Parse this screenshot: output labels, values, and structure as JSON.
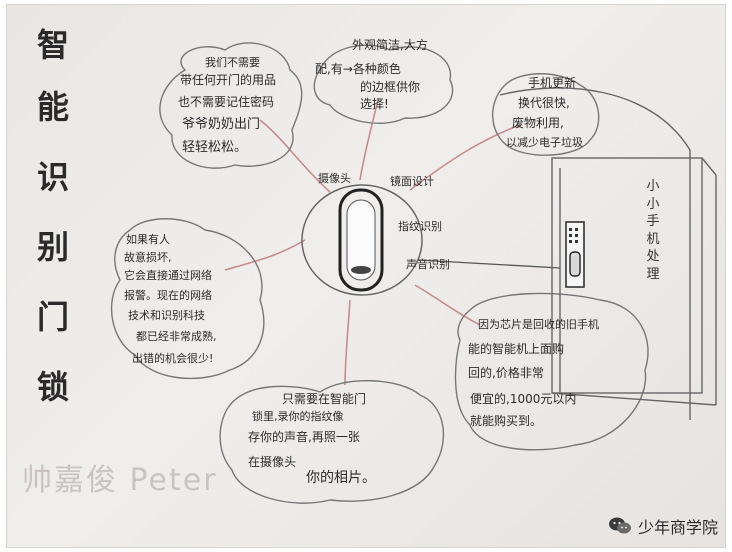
{
  "title_chars": [
    "智",
    "能",
    "识",
    "别",
    "门",
    "锁"
  ],
  "signature": "帅嘉俊 Peter",
  "top_left_bubble": {
    "line1": "我们不需要",
    "line2": "带任何开门的用品",
    "line3": "也不需要记住密码",
    "line4": "爷爷奶奶出门",
    "line5": "轻轻松松。"
  },
  "top_center_bubble": {
    "line1": "外观简洁,大方",
    "line2": "配,有→各种颜色",
    "line3": "的边框供你",
    "line4": "选择!"
  },
  "top_right_bubble": {
    "line1": "手机更新",
    "line2": "换代很快,",
    "line3": "废物利用,",
    "line4": "以减少电子垃圾"
  },
  "left_bubble": {
    "line1": "如果有人",
    "line2": "故意损坏,",
    "line3": "它会直接通过网络",
    "line4": "报警。现在的网络",
    "line5": "技术和识别科技",
    "line6": "都已经非常成熟,",
    "line7": "出错的机会很少!"
  },
  "bottom_center_bubble": {
    "line1": "只需要在智能门",
    "line2": "锁里,录你的指纹像",
    "line3": "存你的声音,再照一张",
    "line4": "在摄像头",
    "line5": "你的相片。"
  },
  "bottom_right_bubble": {
    "line1": "因为芯片是回收的旧手机",
    "line2": "能的智能机上面购",
    "line3": "回的,价格非常",
    "line4": "便宜的,1000元以内",
    "line5": "就能购买到。"
  },
  "center_labels": {
    "camera": "摄像头",
    "mirror": "镜面设计",
    "fingerprint": "指纹识别",
    "voice": "声音识别"
  },
  "door_label": "小小手机处理",
  "watermark": {
    "text": "少年商学院",
    "icon": "wechat-icon"
  }
}
